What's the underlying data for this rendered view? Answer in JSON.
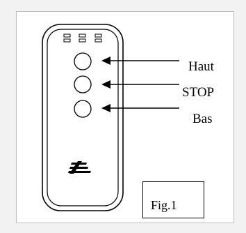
{
  "labels": {
    "up": "Haut",
    "stop": "STOP",
    "down": "Bas"
  },
  "figure_label": "Fig.1",
  "icons": {
    "led": "led-indicator-icon",
    "button": "round-button-icon",
    "arrow": "left-arrow-icon",
    "logo": "brand-logo-icon"
  }
}
